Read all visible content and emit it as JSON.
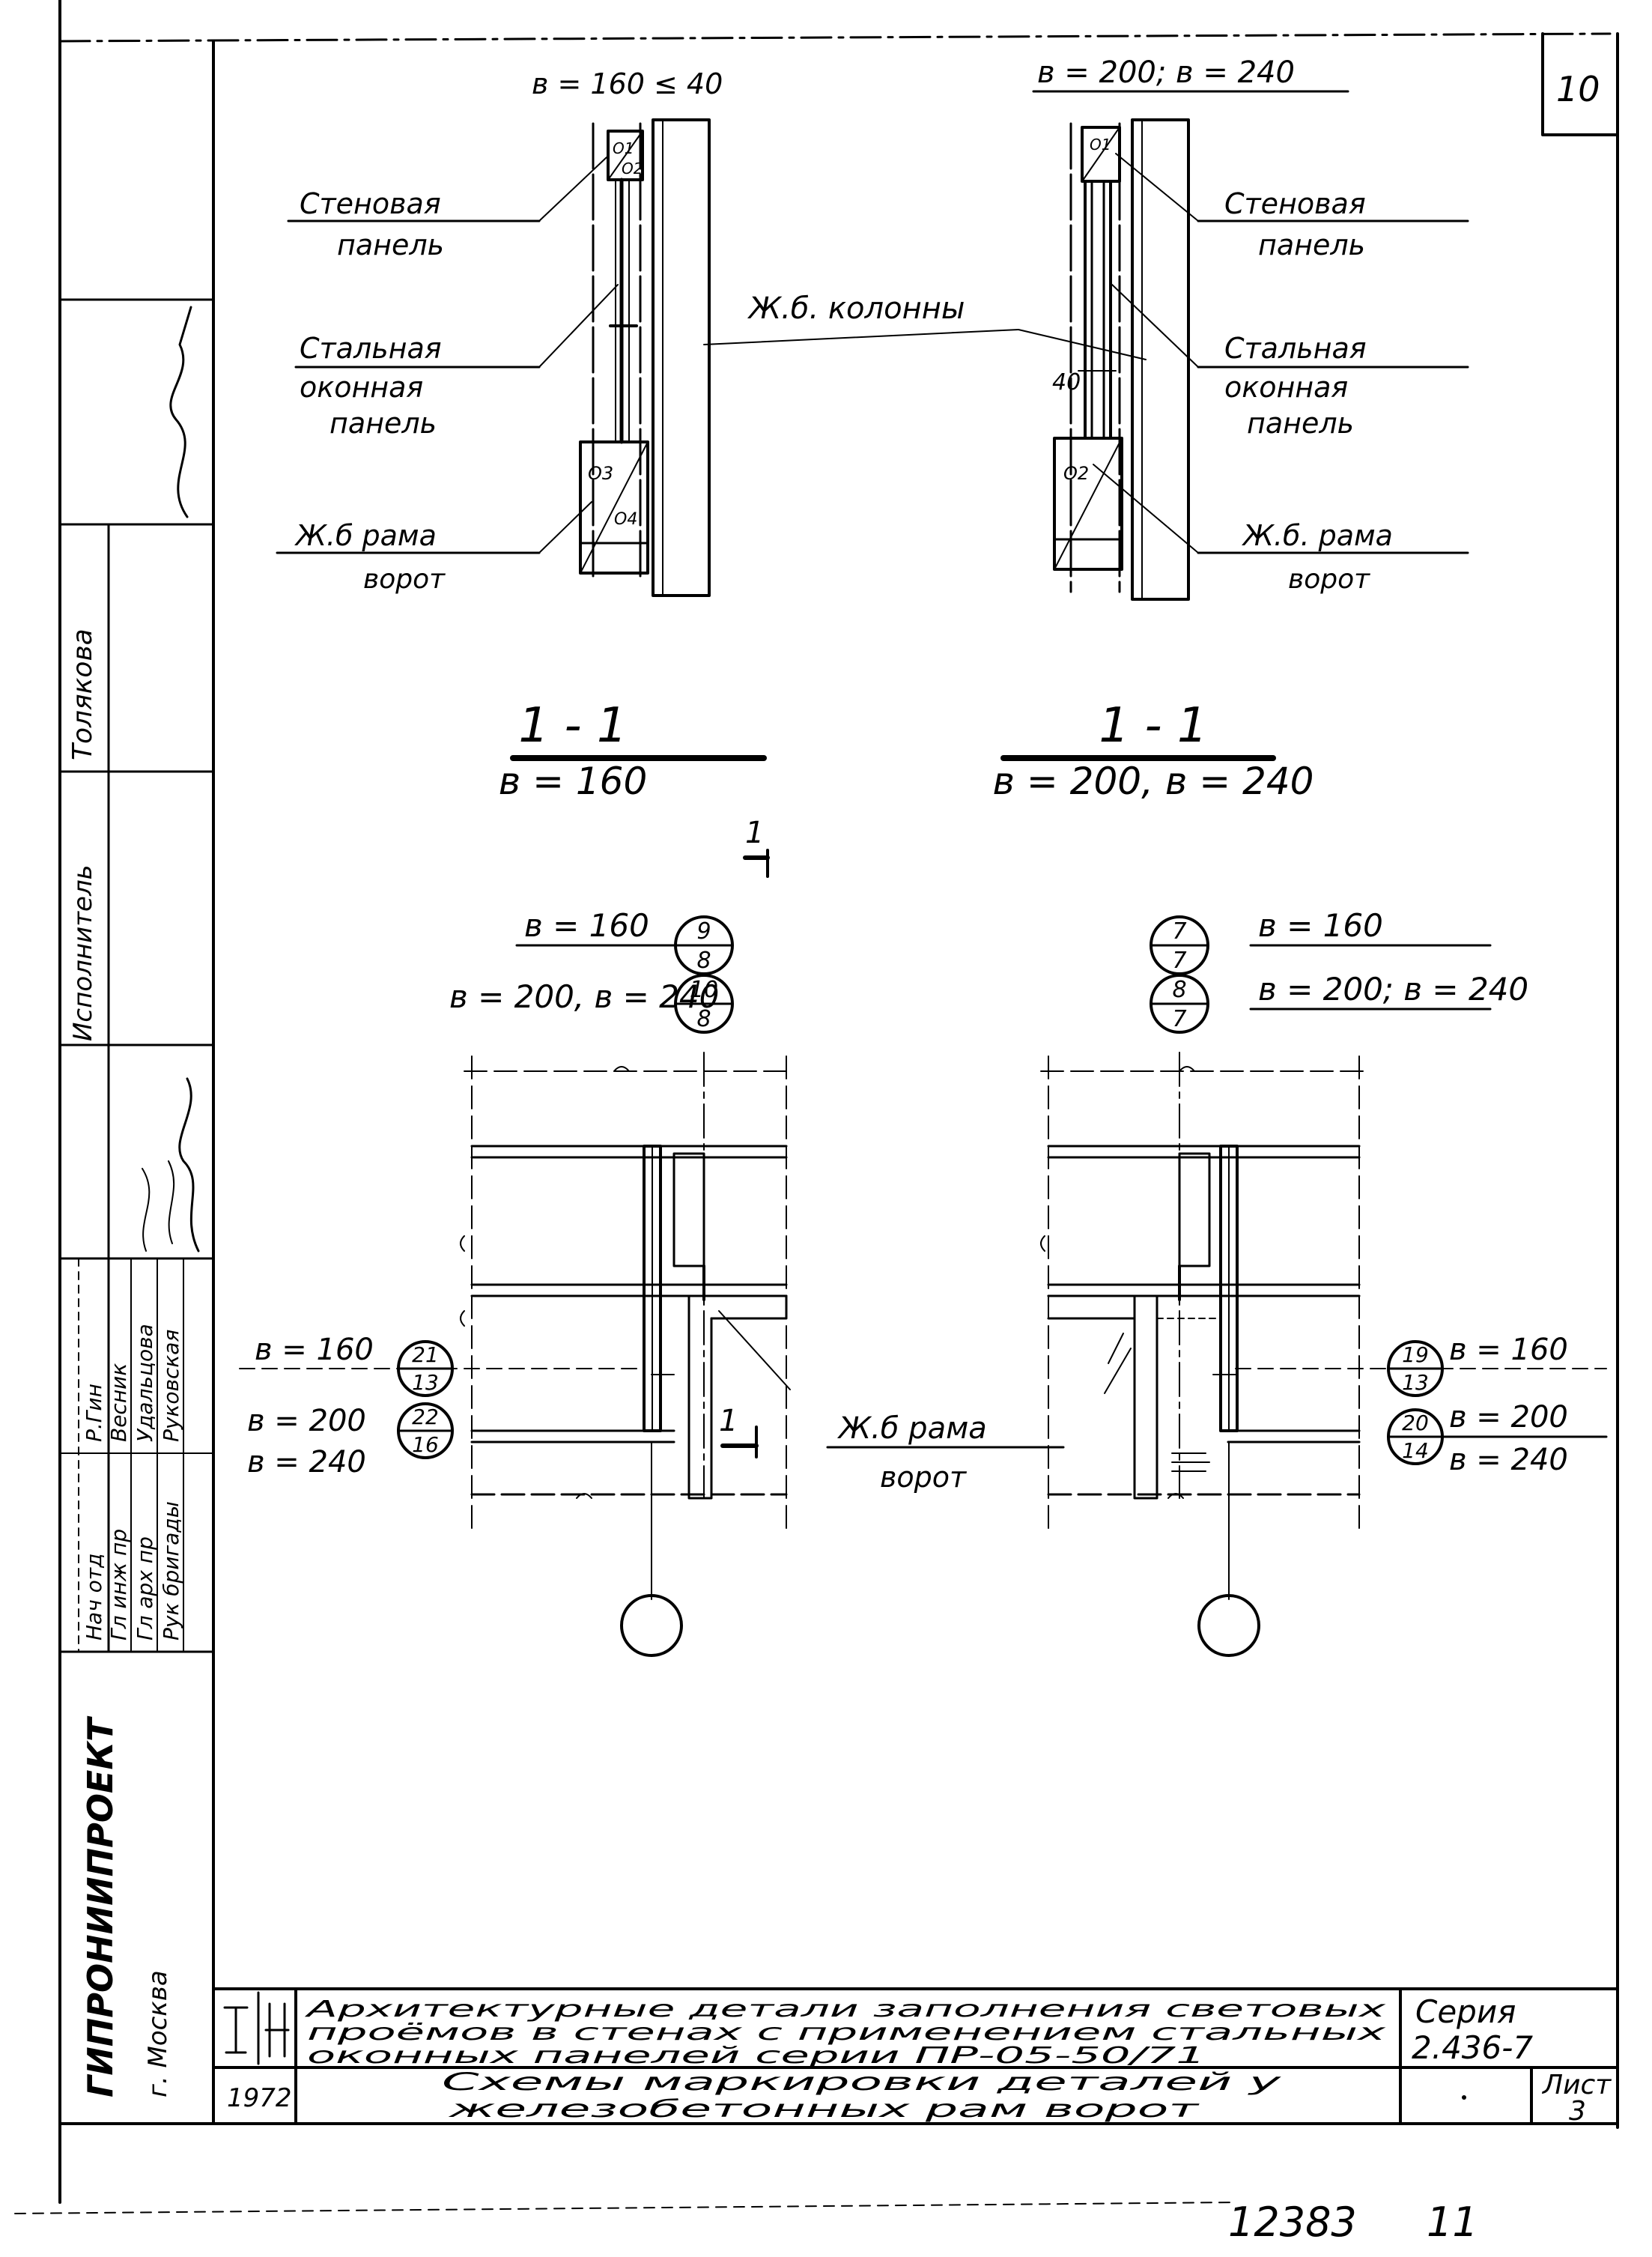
{
  "sheet_number": "10",
  "top_left": {
    "title": "в = 160 ≤ 40",
    "wall_panel": [
      "Стеновая",
      "панель"
    ],
    "window_panel": [
      "Стальная",
      "оконная",
      "панель"
    ],
    "gate_frame": [
      "Ж.б рама",
      "ворот"
    ],
    "cell_marks": [
      "О1",
      "О2",
      "О3",
      "О4"
    ]
  },
  "top_right": {
    "title": "в = 200; в = 240",
    "wall_panel": [
      "Стеновая",
      "панель"
    ],
    "window_panel": [
      "Стальная",
      "оконная",
      "панель"
    ],
    "gate_frame": [
      "Ж.б. рама",
      "ворот"
    ],
    "dim": "40",
    "cell_marks": [
      "О1",
      "О2"
    ]
  },
  "columns_label": "Ж.б. колонны",
  "section_left": {
    "num": "1 - 1",
    "sub": "в = 160"
  },
  "section_right": {
    "num": "1 - 1",
    "sub": "в = 200, в = 240"
  },
  "cut_mark": "1",
  "plan_left": {
    "top_labels": [
      "в = 160",
      "в = 200, в = 240"
    ],
    "top_markers": [
      [
        "9",
        "8"
      ],
      [
        "10",
        "8"
      ]
    ],
    "side_labels": [
      "в = 160",
      "в = 200",
      "в = 240"
    ],
    "side_markers": [
      [
        "21",
        "13"
      ],
      [
        "22",
        "16"
      ]
    ]
  },
  "plan_right": {
    "top_labels": [
      "в = 160",
      "в = 200; в = 240"
    ],
    "top_markers": [
      [
        "7",
        "7"
      ],
      [
        "8",
        "7"
      ]
    ],
    "side_labels": [
      "в = 160",
      "в = 200",
      "в = 240"
    ],
    "side_markers": [
      [
        "19",
        "13"
      ],
      [
        "20",
        "14"
      ]
    ]
  },
  "center_gate": [
    "Ж.б рама",
    "ворот"
  ],
  "left_strip": {
    "roles": [
      "Нач отд",
      "Гл инж пр",
      "Гл арх пр",
      "Рук бригады"
    ],
    "names": [
      "Р.Гин",
      "Весник",
      "Удальцова",
      "Руковская"
    ],
    "executor_role": "Исполнитель",
    "executor_name": "Толякова",
    "org": "ГИПРОНИИПРОЕКТ",
    "city": "г. Москва"
  },
  "title_block": {
    "main_title": [
      "Архитектурные детали заполнения световых",
      "проёмов в стенах с применением стальных",
      "оконных панелей серии ПР-05-50/71"
    ],
    "subtitle": [
      "Схемы маркировки деталей у",
      "железобетонных рам ворот"
    ],
    "series_label": "Серия",
    "series_value": "2.436-7",
    "sheet_label": "Лист",
    "sheet_value": "3",
    "year": "1972"
  },
  "footer_number": "12383",
  "footer_suffix": "11"
}
